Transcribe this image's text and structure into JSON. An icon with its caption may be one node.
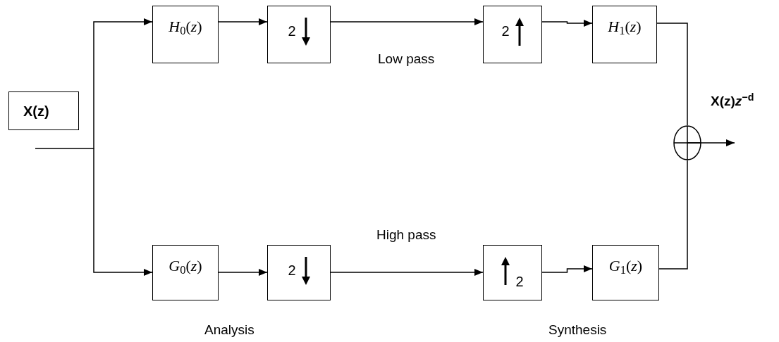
{
  "diagram": {
    "nodes": [
      {
        "text": [
          "X(z)"
        ]
      },
      {
        "text": [
          "*H*$_{0}$(*z*)"
        ]
      },
      {
        "text": [
          "2"
        ]
      },
      {
        "text": [
          "2"
        ]
      },
      {
        "text": [
          "*H*$_{1}$(*z*)"
        ]
      },
      {
        "text": [
          "*G*$_{0}$(*z*)"
        ]
      },
      {
        "text": [
          "2"
        ]
      },
      {
        "text": [
          "2"
        ]
      },
      {
        "text": [
          "*G*$_{1}$(*z*)"
        ]
      },
      {
        "text": [],
        "shape": "circle"
      }
    ],
    "edges": [
      {
        "from": null,
        "to": 1,
        "arrow": "to"
      },
      {
        "from": null,
        "to": 5,
        "arrow": "to"
      },
      {
        "from": 1,
        "to": 2,
        "arrow": "to"
      },
      {
        "from": 2,
        "to": 3,
        "arrow": "to"
      },
      {
        "from": 3,
        "to": 4,
        "arrow": "to"
      },
      {
        "from": 5,
        "to": 6,
        "arrow": "to"
      },
      {
        "from": 6,
        "to": 7,
        "arrow": "to"
      },
      {
        "from": 7,
        "to": 8,
        "arrow": "to"
      },
      {
        "from": 4,
        "to": 9,
        "arrow": "none"
      },
      {
        "from": 8,
        "to": 9,
        "arrow": "none"
      },
      {
        "from": 9,
        "to": null,
        "arrow": "to"
      }
    ],
    "labels": [
      "Low pass",
      "X(z)*z*$^{−d}$",
      "High pass",
      "Analysis",
      "Synthesis"
    ]
  }
}
